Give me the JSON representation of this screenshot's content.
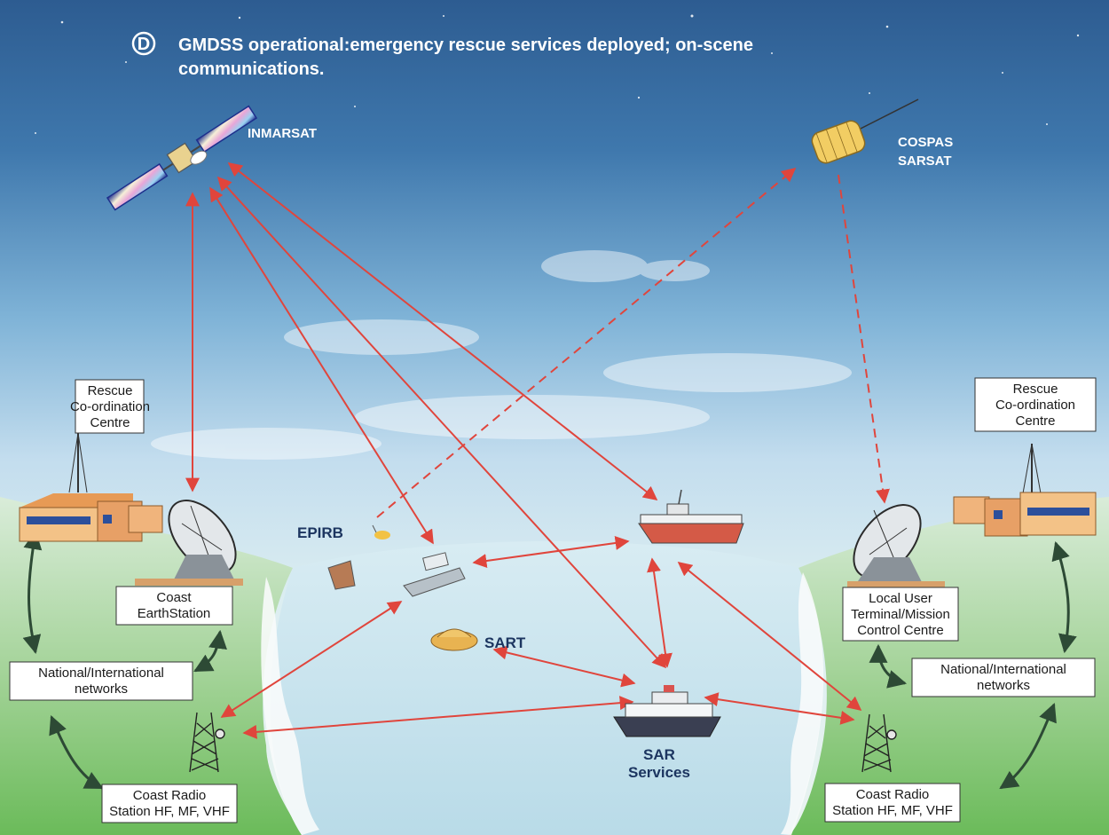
{
  "title": {
    "badge": "D",
    "line1": "GMDSS operational:emergency rescue services deployed; on-scene",
    "line2": "communications."
  },
  "satellites": {
    "inmarsat": "INMARSAT",
    "cospas_line1": "COSPAS",
    "cospas_line2": "SARSAT"
  },
  "left": {
    "rcc": [
      "Rescue",
      "Co-ordination",
      "Centre"
    ],
    "coast_earth": [
      "Coast",
      "EarthStation"
    ],
    "networks": [
      "National/International",
      "networks"
    ],
    "coast_radio": [
      "Coast Radio",
      "Station HF, MF, VHF"
    ]
  },
  "right": {
    "rcc": [
      "Rescue",
      "Co-ordination",
      "Centre"
    ],
    "lut": [
      "Local User",
      "Terminal/Mission",
      "Control Centre"
    ],
    "networks": [
      "National/International",
      "networks"
    ],
    "coast_radio": [
      "Coast Radio",
      "Station HF, MF, VHF"
    ]
  },
  "center": {
    "epirb": "EPIRB",
    "sart": "SART",
    "sar_line1": "SAR",
    "sar_line2": "Services"
  },
  "colors": {
    "link_arrow": "#e0453c",
    "network_arrow": "#2d4a35",
    "sky_top": "#2f5f93",
    "label_text": "#1c3560"
  }
}
